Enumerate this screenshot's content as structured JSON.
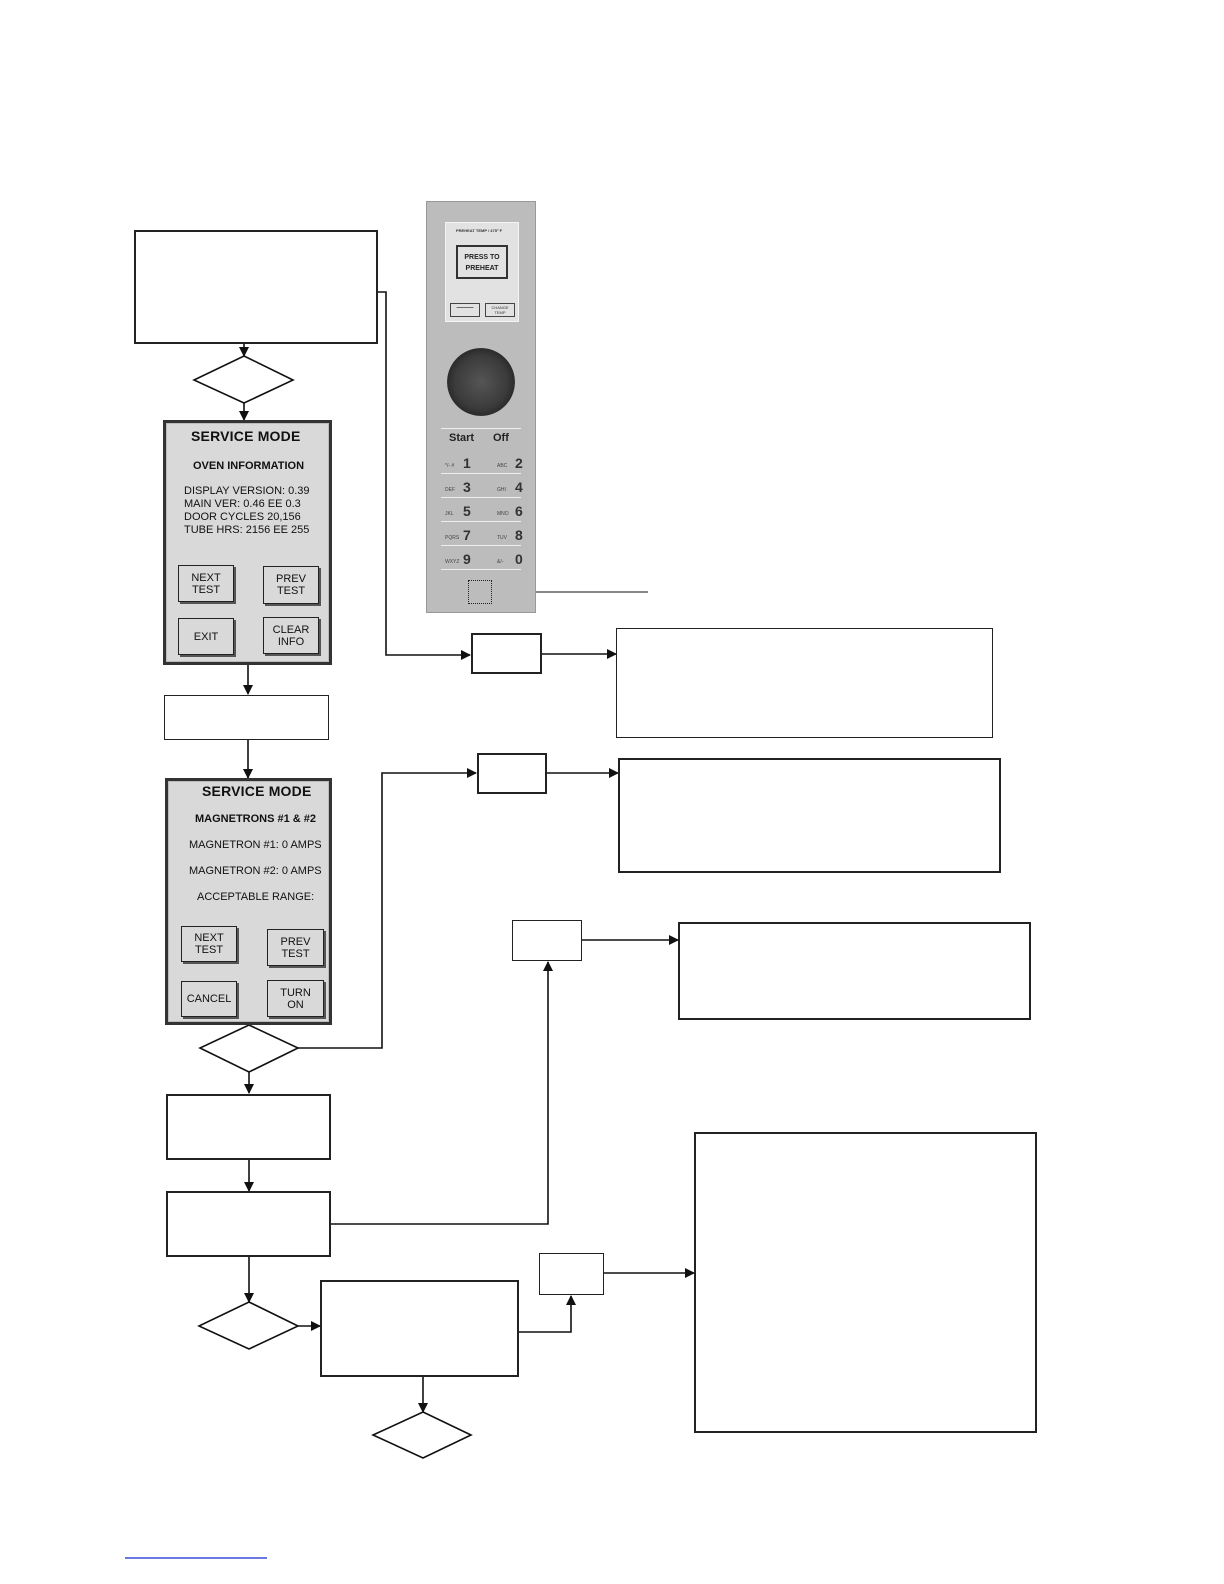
{
  "service_screen_1": {
    "title": "SERVICE MODE",
    "subtitle": "OVEN INFORMATION",
    "lines": [
      "DISPLAY VERSION: 0.39",
      "MAIN VER: 0.46 EE 0.3",
      "DOOR CYCLES 20,156",
      "TUBE HRS: 2156 EE 255"
    ],
    "buttons": [
      "NEXT\nTEST",
      "PREV\nTEST",
      "EXIT",
      "CLEAR\nINFO"
    ]
  },
  "service_screen_2": {
    "title": "SERVICE MODE",
    "subtitle": "MAGNETRONS #1 & #2",
    "lines": [
      "MAGNETRON #1: 0 AMPS",
      "MAGNETRON #2: 0 AMPS",
      "ACCEPTABLE RANGE:"
    ],
    "buttons": [
      "NEXT\nTEST",
      "PREV\nTEST",
      "CANCEL",
      "TURN\nON"
    ]
  },
  "control_panel": {
    "preheat_temp_label": "PREHEAT TEMP / 475° F",
    "press_to_preheat": "PRESS TO\nPREHEAT",
    "left_mini_button": "━━━━━━━",
    "change_temp": "CHANGE\nTEMP",
    "start": "Start",
    "off": "Off",
    "keys": [
      {
        "letters": "*/- #",
        "digit": "1"
      },
      {
        "letters": "ABC",
        "digit": "2"
      },
      {
        "letters": "DEF",
        "digit": "3"
      },
      {
        "letters": "GHI",
        "digit": "4"
      },
      {
        "letters": "JKL",
        "digit": "5"
      },
      {
        "letters": "MNO",
        "digit": "6"
      },
      {
        "letters": "PQRS",
        "digit": "7"
      },
      {
        "letters": "TUV",
        "digit": "8"
      },
      {
        "letters": "WXYZ",
        "digit": "9"
      },
      {
        "letters": "&/-",
        "digit": "0"
      }
    ]
  },
  "colors": {
    "screen_bg": "#d9d9d9",
    "panel_bg": "#bcbcbc",
    "line": "#111111",
    "footer_line": "#3a4fd8"
  }
}
